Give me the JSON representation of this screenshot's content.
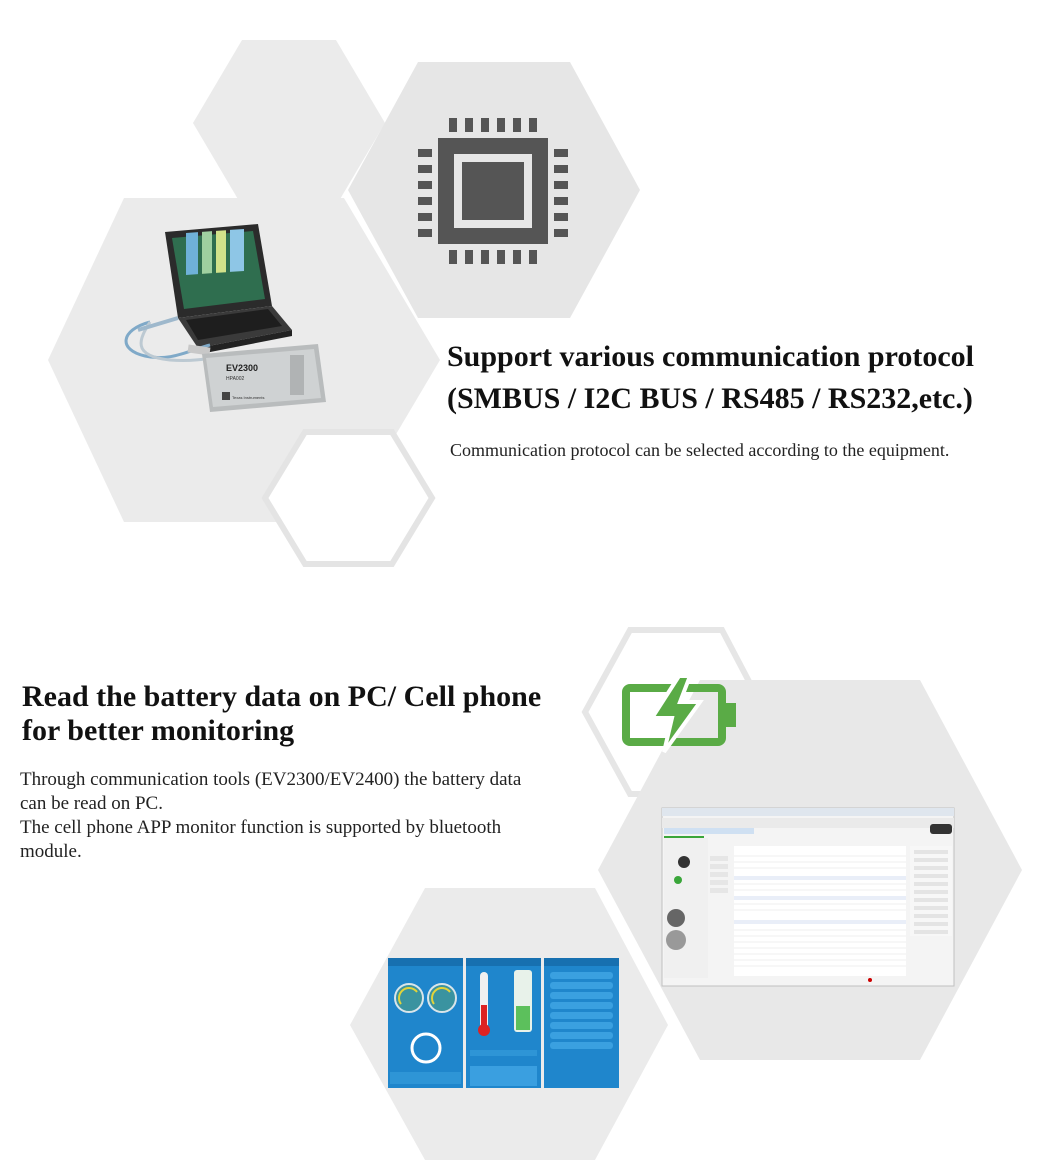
{
  "section1": {
    "heading_line1": "Support various communication protocol",
    "heading_line2": "(SMBUS / I2C BUS / RS485 / RS232,etc.)",
    "description": "Communication protocol can be selected according to the equipment.",
    "device_label": "EV2300",
    "device_sublabel": "HPA002",
    "device_brand": "Texas Instruments",
    "icons": [
      "chip-icon"
    ]
  },
  "section2": {
    "heading_line1": "Read the battery data on PC/ Cell phone",
    "heading_line2": "for better monitoring",
    "description_lines": [
      "Through communication tools (EV2300/EV2400) the battery data",
      "can be read on PC.",
      "The cell phone APP monitor function is supported by bluetooth",
      "module."
    ],
    "icons": [
      "battery-charging-icon"
    ]
  },
  "colors": {
    "hexagon_fill": "#e8e8e8",
    "chip_gray": "#555555",
    "battery_green": "#5aab46",
    "app_blue": "#1f86cc"
  }
}
